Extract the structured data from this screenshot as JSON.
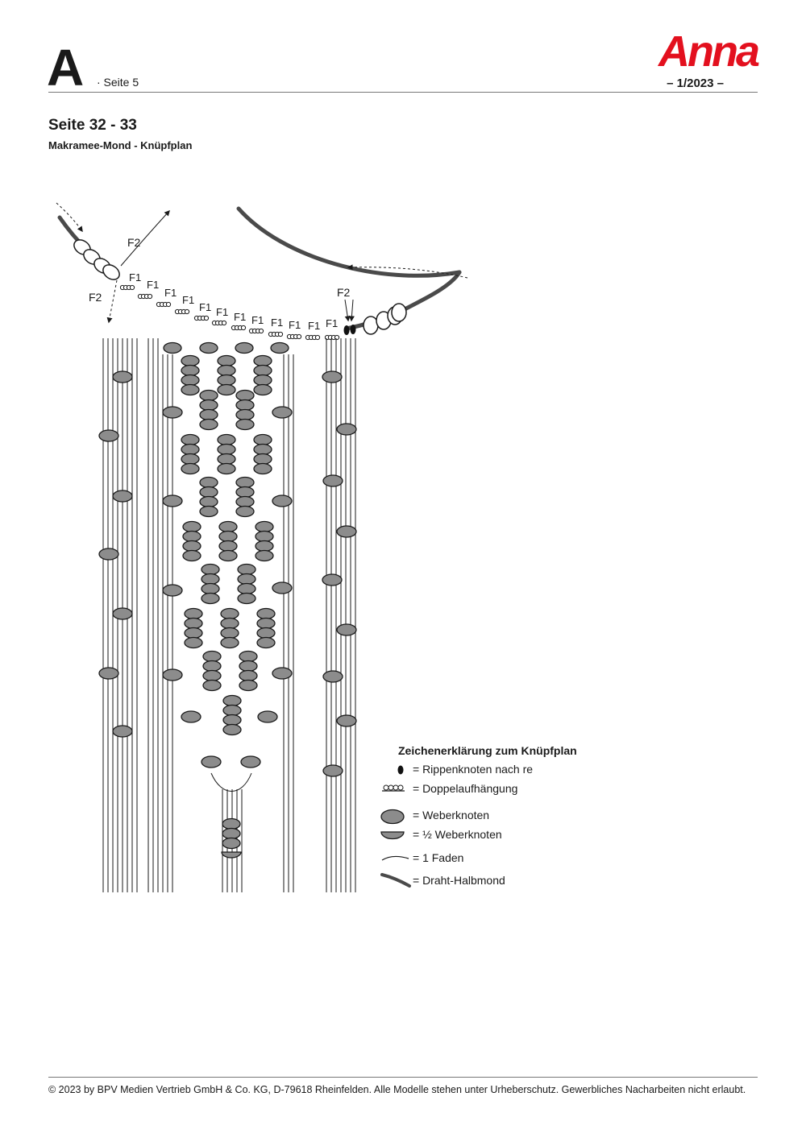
{
  "header": {
    "letter": "A",
    "page_label": "· Seite 5",
    "brand": "Anna",
    "issue": "– 1/2023 –"
  },
  "page": {
    "title": "Seite 32 - 33",
    "subtitle": "Makramee-Mond - Knüpfplan"
  },
  "diagram": {
    "thread_labels": {
      "f1": "F1",
      "f2": "F2"
    },
    "colors": {
      "knot_fill": "#8c8c8c",
      "wire": "#4a4a4a",
      "line": "#1a1a1a"
    }
  },
  "legend": {
    "title": "Zeichenerklärung zum Knüpfplan",
    "items": [
      {
        "symbol": "rib-knot",
        "label": "= Rippenknoten nach re"
      },
      {
        "symbol": "double-mount",
        "label": "= Doppelaufhängung"
      },
      {
        "symbol": "weaver-knot",
        "label": "= Weberknoten"
      },
      {
        "symbol": "half-weaver-knot",
        "label": "= ½ Weberknoten"
      },
      {
        "symbol": "thread",
        "label": "= 1 Faden"
      },
      {
        "symbol": "wire-half-moon",
        "label": "= Draht-Halbmond"
      }
    ]
  },
  "footer": {
    "copyright": "© 2023 by BPV Medien Vertrieb GmbH & Co. KG, D-79618 Rheinfelden. Alle Modelle stehen unter Urheberschutz. Gewerbliches Nacharbeiten nicht erlaubt."
  }
}
